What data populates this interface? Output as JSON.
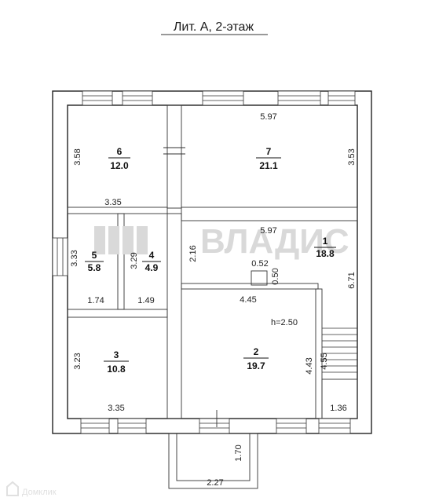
{
  "title": "Лит. А, 2-этаж",
  "watermark": "ВЛАДИС",
  "corner_logo": "Домклик",
  "height_note": "h=2.50",
  "rooms": [
    {
      "id": "r1",
      "number": "1",
      "area": "18.8"
    },
    {
      "id": "r2",
      "number": "2",
      "area": "19.7"
    },
    {
      "id": "r3",
      "number": "3",
      "area": "10.8"
    },
    {
      "id": "r4",
      "number": "4",
      "area": "4.9"
    },
    {
      "id": "r5",
      "number": "5",
      "area": "5.8"
    },
    {
      "id": "r6",
      "number": "6",
      "area": "12.0"
    },
    {
      "id": "r7",
      "number": "7",
      "area": "21.1"
    }
  ],
  "dimensions": {
    "r6_height": "3.58",
    "r6_width": "3.35",
    "r7_width": "5.97",
    "r7_height": "3.53",
    "r1_width": "5.97",
    "r1_height": "6.71",
    "r1_left": "2.16",
    "notch_width": "0.52",
    "notch_depth": "0.50",
    "r5_height": "3.33",
    "r5_width": "1.74",
    "r4_height": "3.29",
    "r4_width": "1.49",
    "r2_width": "4.45",
    "r2_height": "4.43",
    "stair_height": "4.55",
    "stair_width": "1.36",
    "r3_height": "3.23",
    "r3_width": "3.35",
    "porch_depth": "1.70",
    "porch_width": "2.27"
  }
}
